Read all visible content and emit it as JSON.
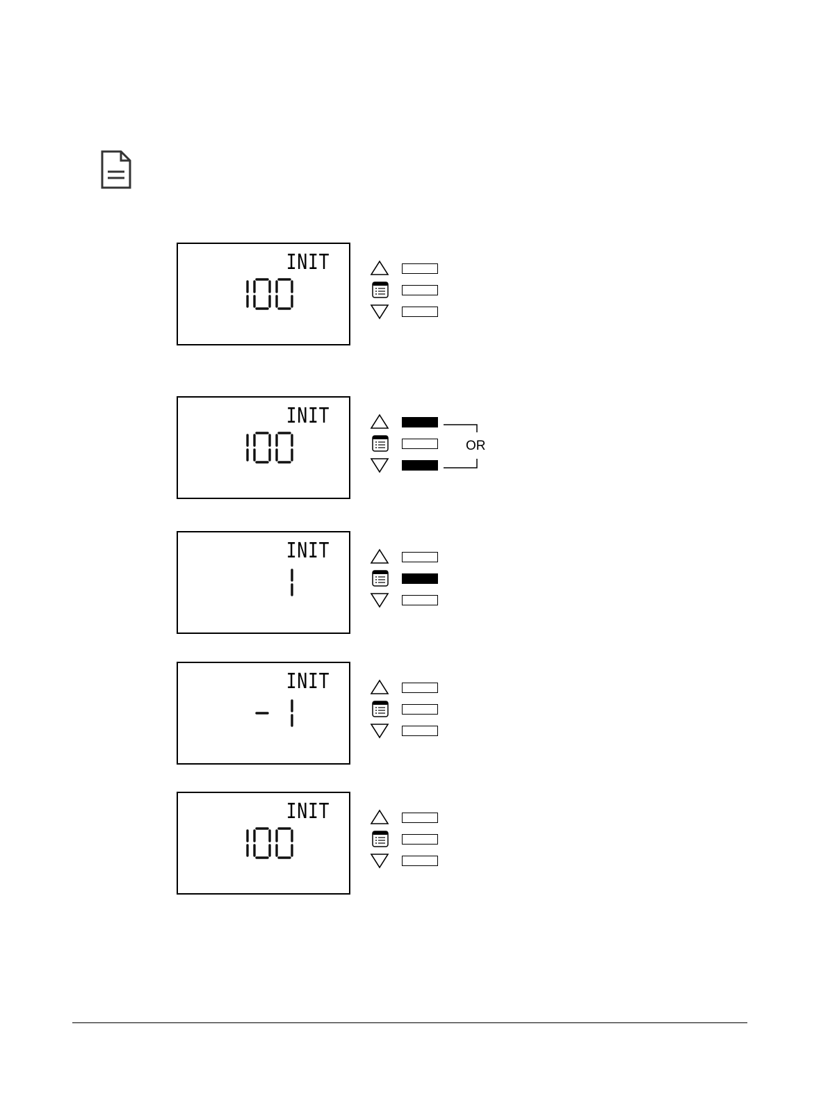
{
  "icons": {
    "note": "note-document-icon",
    "up": "up-triangle-icon",
    "menu": "menu-list-icon",
    "down": "down-triangle-icon"
  },
  "steps": [
    {
      "label": "INIT",
      "value": "100",
      "pressed": {
        "up": false,
        "menu": false,
        "down": false
      },
      "or_text": ""
    },
    {
      "label": "INIT",
      "value": "100",
      "pressed": {
        "up": true,
        "menu": false,
        "down": true
      },
      "or_text": "OR"
    },
    {
      "label": "INIT",
      "value": "1",
      "pressed": {
        "up": false,
        "menu": true,
        "down": false
      },
      "or_text": ""
    },
    {
      "label": "INIT",
      "value": "-1",
      "pressed": {
        "up": false,
        "menu": false,
        "down": false
      },
      "or_text": ""
    },
    {
      "label": "INIT",
      "value": "100",
      "pressed": {
        "up": false,
        "menu": false,
        "down": false
      },
      "or_text": ""
    }
  ]
}
